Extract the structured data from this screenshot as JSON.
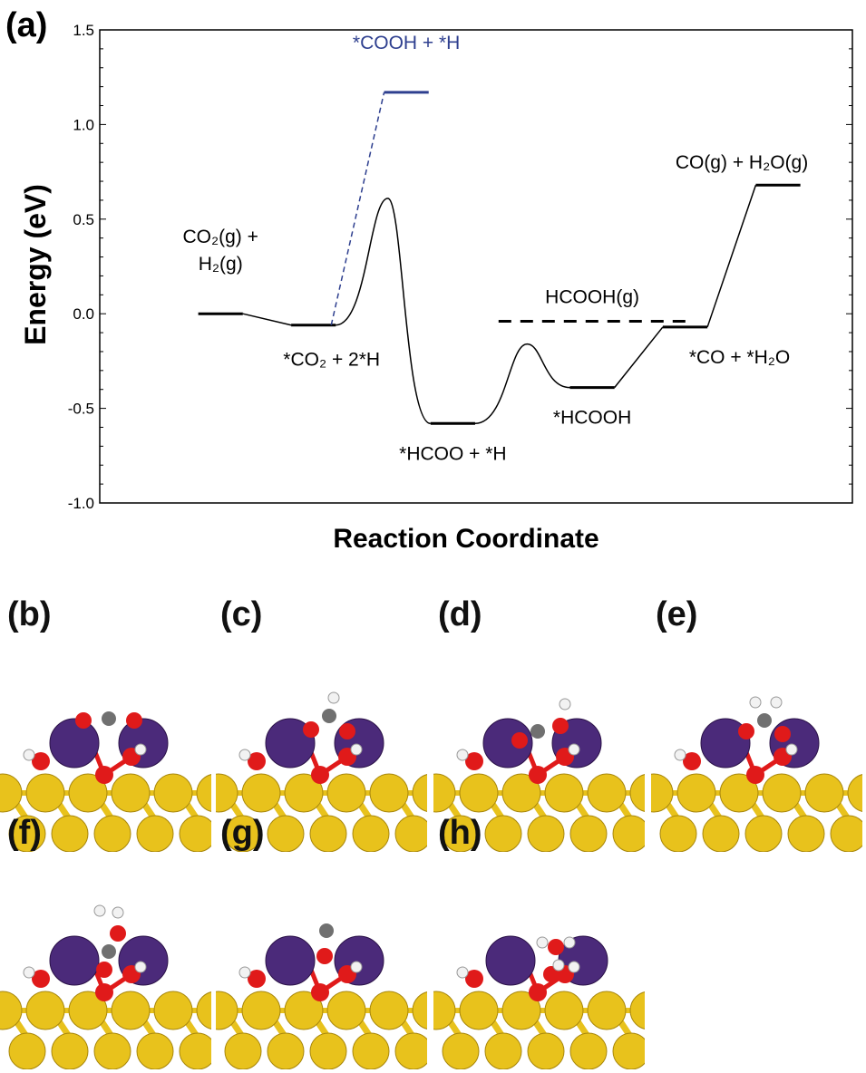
{
  "chart_data": {
    "type": "line",
    "panel_label": "(a)",
    "title": "",
    "xlabel": "Reaction Coordinate",
    "ylabel": "Energy (eV)",
    "ylim": [
      -1.0,
      1.5
    ],
    "yticks": [
      "-1.0",
      "-0.5",
      "0.0",
      "0.5",
      "1.0",
      "1.5"
    ],
    "ytick_values": [
      -1.0,
      -0.5,
      0.0,
      0.5,
      1.0,
      1.5
    ],
    "xlim": [
      -1.6,
      14.6
    ],
    "grid": false,
    "levels": [
      {
        "name": "CO₂(g) + H₂(g)",
        "label_lines": [
          "CO₂(g) +",
          "H₂(g)"
        ],
        "x": 1,
        "energy": 0.0,
        "style": "solid",
        "color": "#000000"
      },
      {
        "name": "*CO₂ + 2*H",
        "label_lines": [
          "*CO₂ + 2*H"
        ],
        "x": 3,
        "energy": -0.06,
        "style": "solid",
        "color": "#000000"
      },
      {
        "name": "*COOH + *H",
        "label_lines": [
          "*COOH + *H"
        ],
        "x": 5,
        "energy": 1.17,
        "style": "solid",
        "color": "#2e3f8f"
      },
      {
        "name": "*HCOO + *H",
        "label_lines": [
          "*HCOO + *H"
        ],
        "x": 6,
        "energy": -0.58,
        "style": "solid",
        "color": "#000000"
      },
      {
        "name": "*HCOOH",
        "label_lines": [
          "*HCOOH"
        ],
        "x": 9,
        "energy": -0.39,
        "style": "solid",
        "color": "#000000"
      },
      {
        "name": "HCOOH(g)",
        "label_lines": [
          "HCOOH(g)"
        ],
        "x": 9,
        "energy": -0.04,
        "style": "dashed",
        "color": "#000000"
      },
      {
        "name": "*CO + *H₂O",
        "label_lines": [
          "*CO + *H₂O"
        ],
        "x": 11,
        "energy": -0.07,
        "style": "solid",
        "color": "#000000"
      },
      {
        "name": "CO(g) + H₂O(g)",
        "label_lines": [
          "CO(g) + H₂O(g)"
        ],
        "x": 13,
        "energy": 0.68,
        "style": "solid",
        "color": "#000000"
      }
    ],
    "transition_states": [
      {
        "x": 4.6,
        "energy": 0.61
      },
      {
        "x": 7.6,
        "energy": -0.16
      }
    ],
    "colors": {
      "main": "#000000",
      "cooh_path": "#2e3f8f"
    }
  },
  "structure_panels": [
    {
      "label": "(b)"
    },
    {
      "label": "(c)"
    },
    {
      "label": "(d)"
    },
    {
      "label": "(e)"
    },
    {
      "label": "(f)"
    },
    {
      "label": "(g)"
    },
    {
      "label": "(h)"
    }
  ],
  "atom_colors": {
    "Au": "#e8c21c",
    "Mo": "#4b2a7a",
    "O": "#e01a1a",
    "C": "#707070",
    "H": "#f2f2f2"
  }
}
